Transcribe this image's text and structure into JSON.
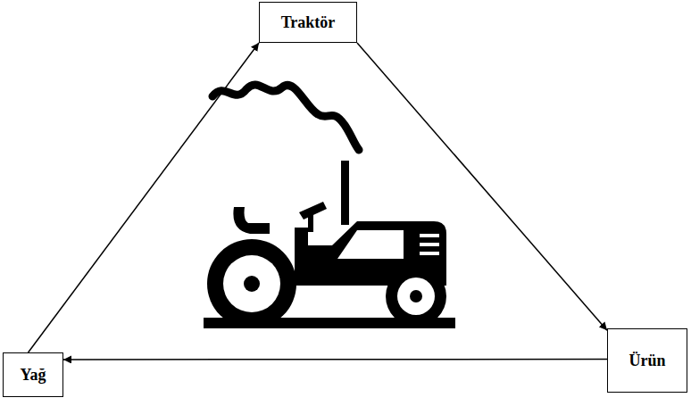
{
  "diagram": {
    "nodes": [
      {
        "text": [
          "Traktör"
        ]
      },
      {
        "text": [
          "Ürün"
        ]
      },
      {
        "text": [
          "Yağ"
        ]
      }
    ],
    "edges": [
      {
        "from": 0,
        "to": 1,
        "arrow": "to"
      },
      {
        "from": 1,
        "to": 2,
        "arrow": "to"
      },
      {
        "from": 2,
        "to": 0,
        "arrow": "to"
      }
    ]
  }
}
